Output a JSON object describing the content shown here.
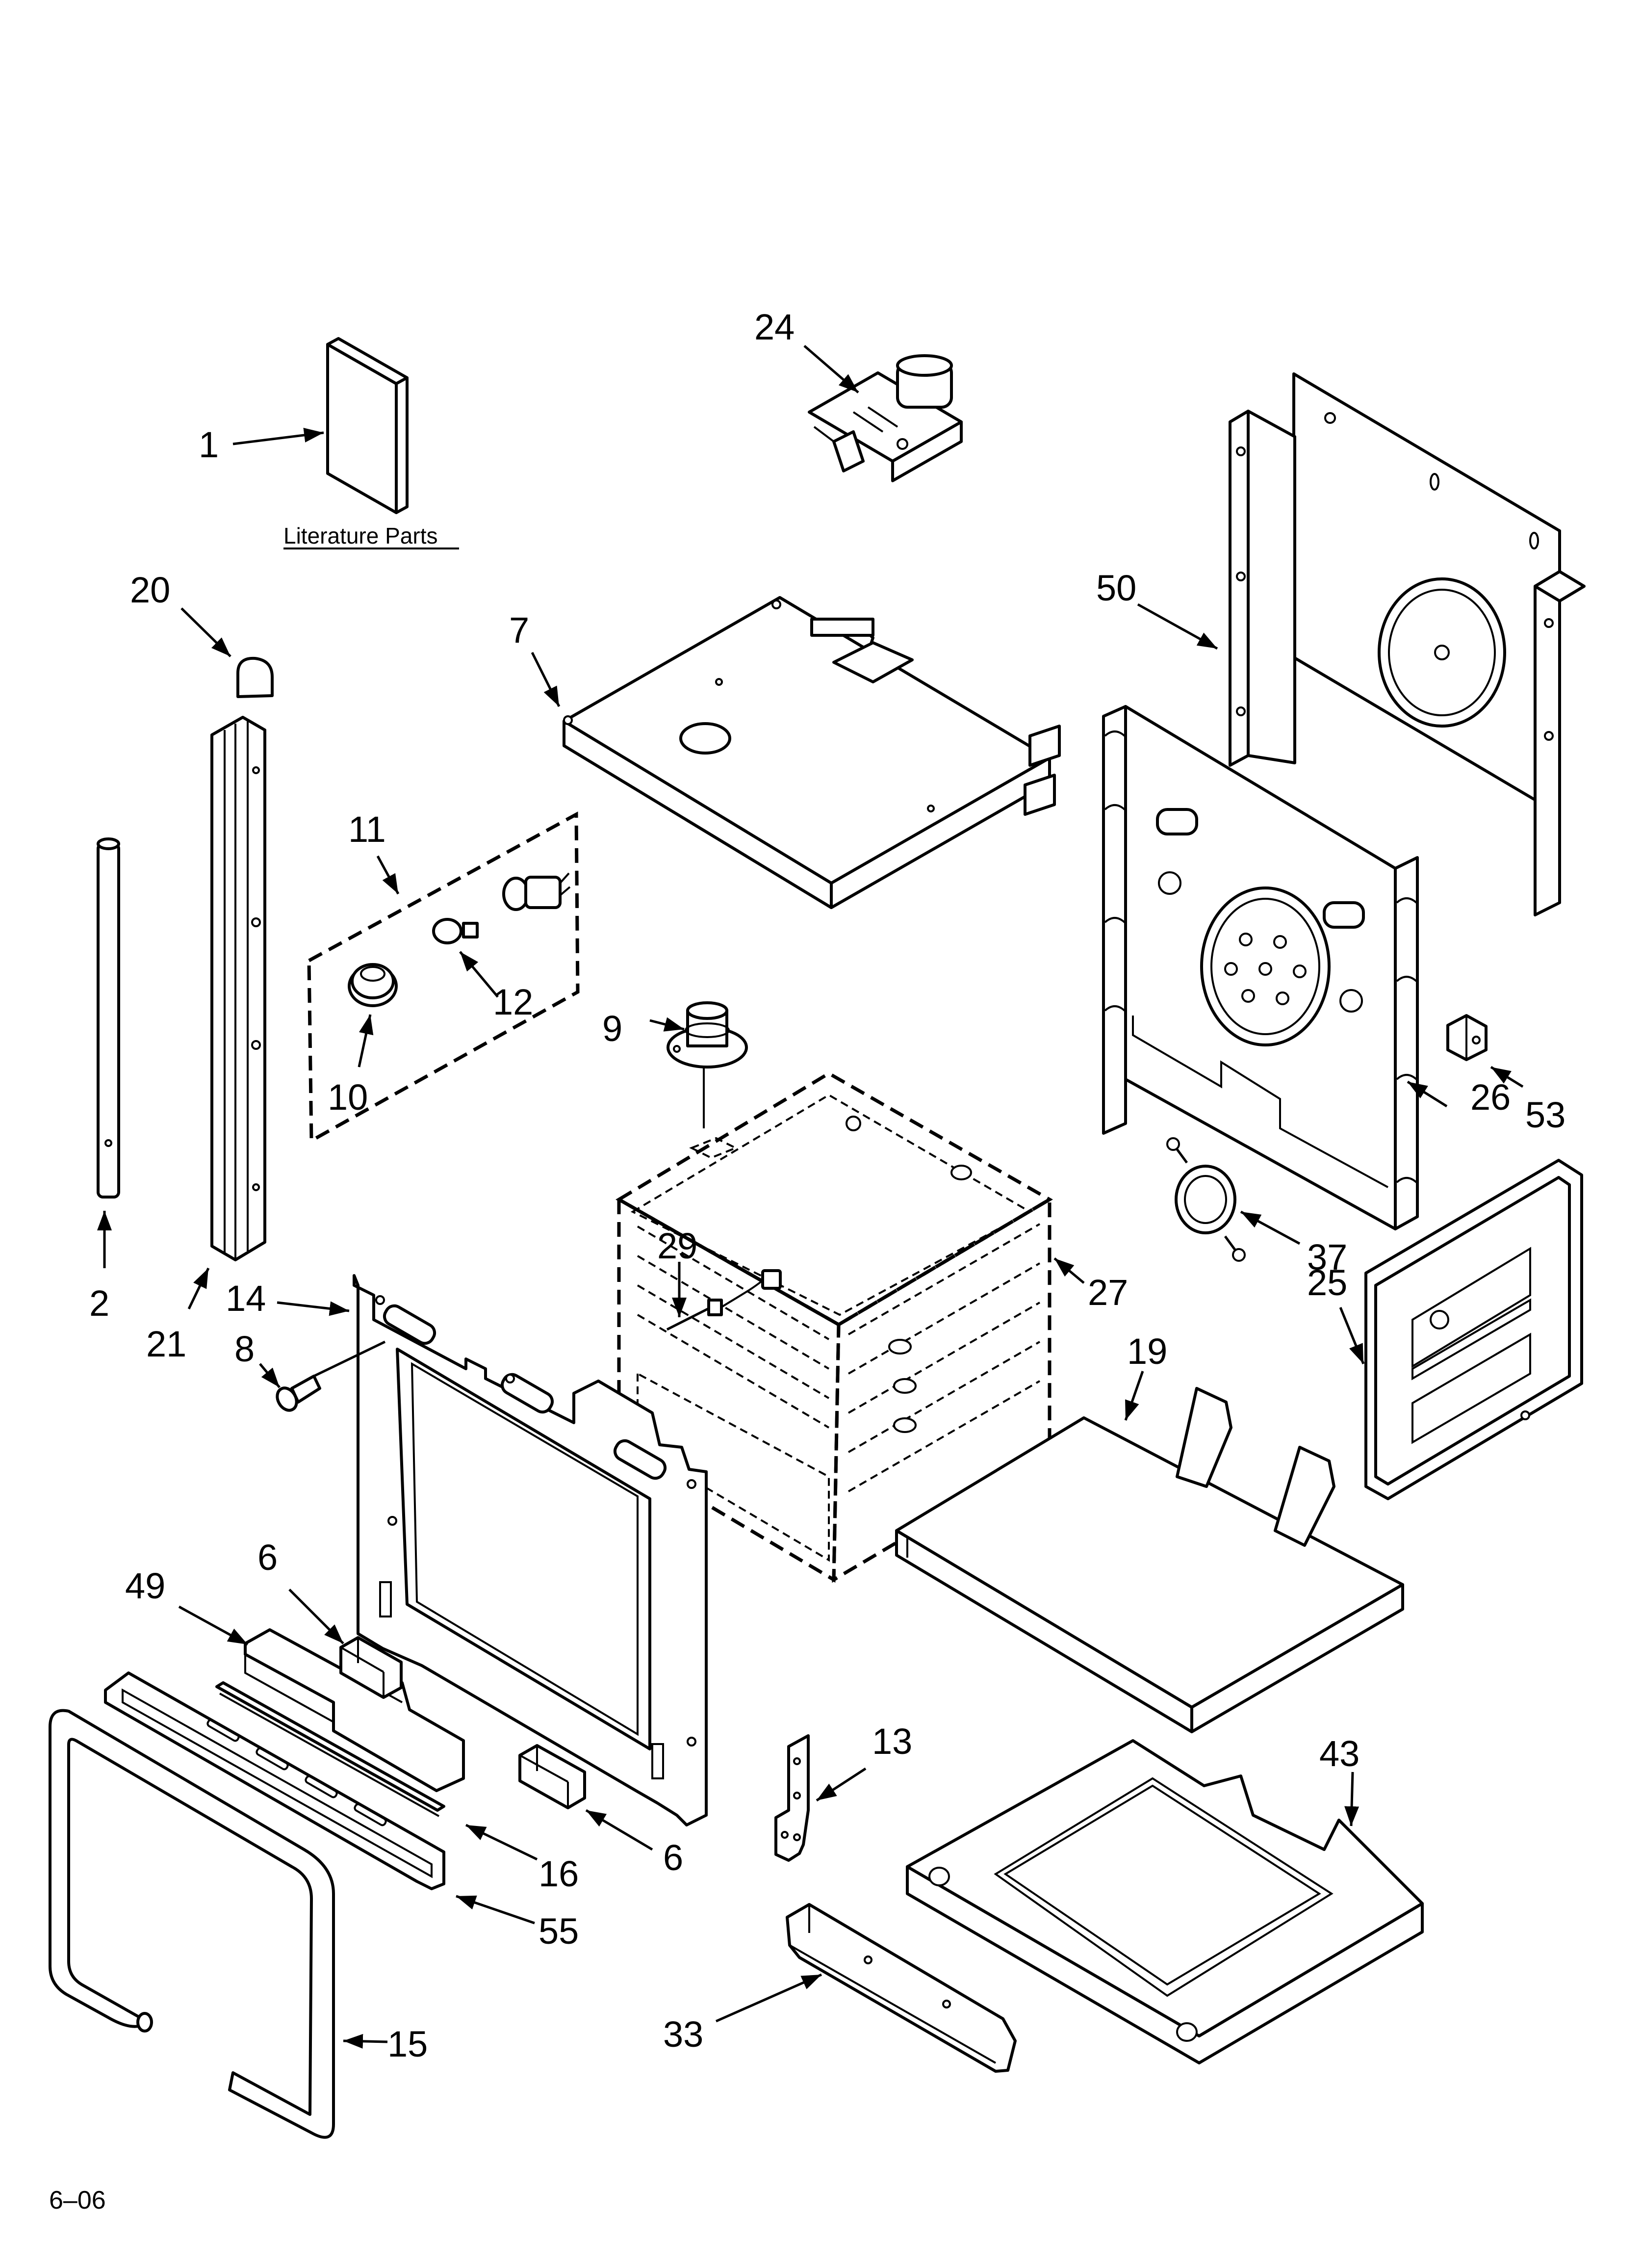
{
  "callouts": {
    "c1": "1",
    "c2": "2",
    "c6a": "6",
    "c6b": "6",
    "c7": "7",
    "c8": "8",
    "c9": "9",
    "c10": "10",
    "c11": "11",
    "c12": "12",
    "c13": "13",
    "c14": "14",
    "c15": "15",
    "c16": "16",
    "c19": "19",
    "c20": "20",
    "c21": "21",
    "c24": "24",
    "c25": "25",
    "c26": "26",
    "c27": "27",
    "c29": "29",
    "c33": "33",
    "c37": "37",
    "c43": "43",
    "c49": "49",
    "c50": "50",
    "c53": "53",
    "c55": "55"
  },
  "literature_label": "Literature Parts",
  "date_code": "6–06"
}
